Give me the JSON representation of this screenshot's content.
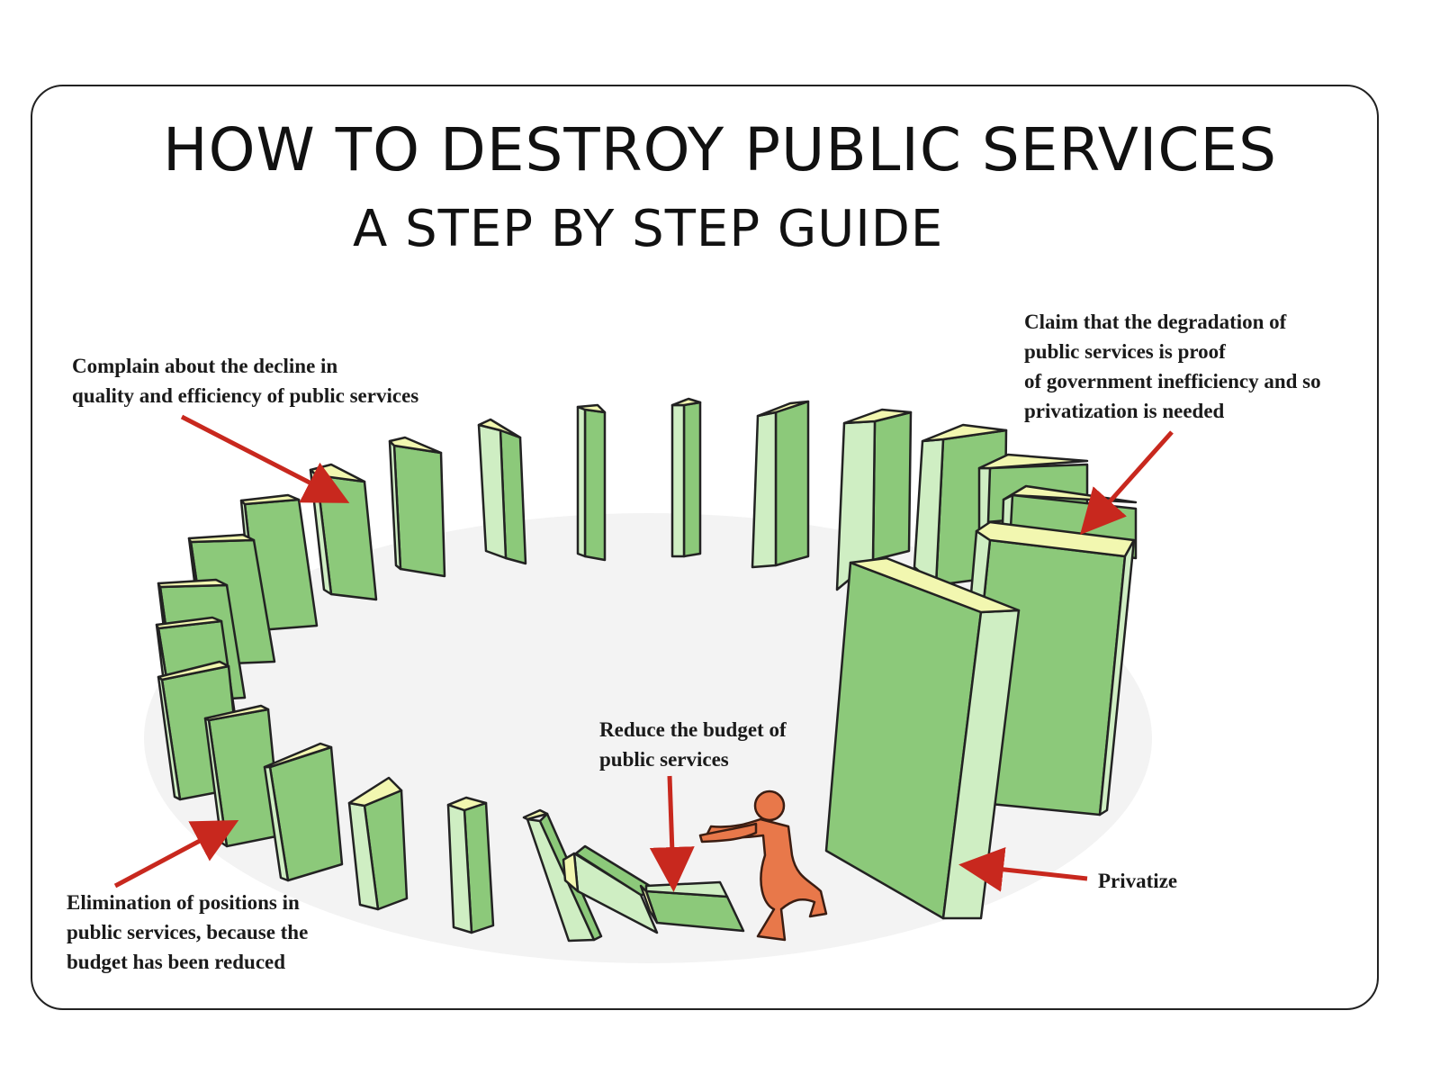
{
  "title": "HOW TO DESTROY PUBLIC  SERVICES",
  "subtitle": "A STEP BY STEP GUIDE",
  "steps": {
    "complain": "Complain about the decline in\nquality and efficiency of public services",
    "claim": "Claim that the degradation of\npublic services is proof\nof government inefficiency and so\nprivatization is needed",
    "reduce": "Reduce the budget of\npublic services",
    "eliminate": "Elimination of positions in\npublic services, because the\nbudget has been reduced",
    "privatize": "Privatize"
  },
  "colors": {
    "domino_front": "#8cc97a",
    "domino_side": "#cfeec3",
    "domino_top": "#f2f7b0",
    "arrow": "#c8281e",
    "figure": "#e8784a"
  }
}
